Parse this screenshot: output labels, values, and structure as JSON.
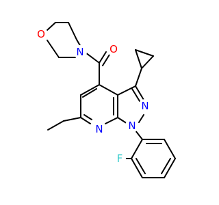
{
  "structure": {
    "background_color": "#ffffff",
    "bond_color": "#000000",
    "atoms": {
      "morpholine_oxygen": {
        "label": "O",
        "color": "#ff0000"
      },
      "morpholine_nitrogen": {
        "label": "N",
        "color": "#0000ff"
      },
      "carbonyl_oxygen": {
        "label": "O",
        "color": "#ff0000"
      },
      "pyrazole_n2": {
        "label": "N",
        "color": "#0000ff"
      },
      "pyrazole_n1": {
        "label": "N",
        "color": "#0000ff"
      },
      "pyridine_n7": {
        "label": "N",
        "color": "#0000ff"
      },
      "fluorine": {
        "label": "F",
        "color": "#33cccc"
      }
    }
  }
}
